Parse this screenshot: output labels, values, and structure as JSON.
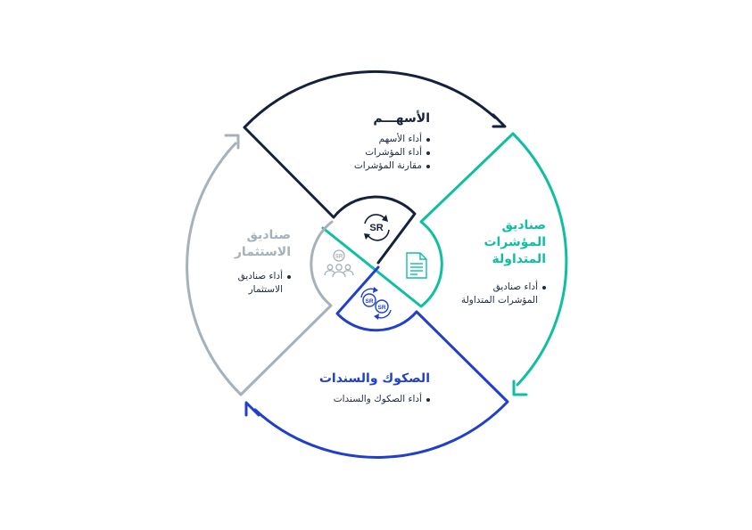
{
  "colors": {
    "navy": "#14213d",
    "teal": "#10bfa0",
    "blue": "#1f3fcc",
    "gray": "#a6b1ba"
  },
  "icons": {
    "top": "sr-refresh-icon",
    "right": "document-icon",
    "bottom": "sr-exchange-icon",
    "left": "people-group-icon"
  },
  "segments": {
    "stocks": {
      "title": "الأسهـــم",
      "items": [
        "أداء الأسهم",
        "أداء المؤشرات",
        "مقارنة المؤشرات"
      ]
    },
    "etfs": {
      "title_lines": [
        "صناديق",
        "المؤشرات",
        "المتداولة"
      ],
      "items": [
        "أداء صناديق المؤشرات المتداولة"
      ]
    },
    "sukuk": {
      "title": "الصكوك والسندات",
      "items": [
        "أداء الصكوك والسندات"
      ]
    },
    "funds": {
      "title_lines": [
        "صناديق",
        "الاستثمار"
      ],
      "items": [
        "أداء صناديق الاستثمار"
      ]
    }
  }
}
